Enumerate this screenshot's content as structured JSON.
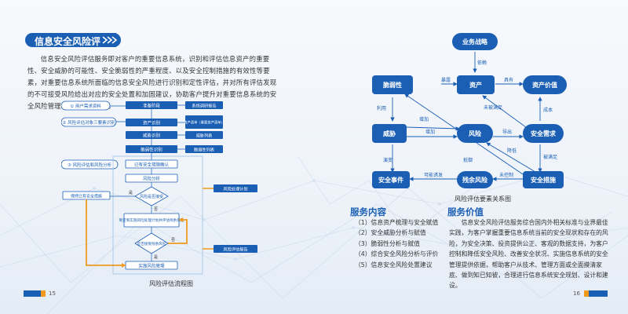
{
  "left_page": {
    "section_title": "信息安全风险评估",
    "paragraph": "信息安全风险评估服务即对客户的重要信息系统，识别和评估信息资产的重要性、安全威胁的可能性、安全脆弱性的严重程度、以及安全控制措施的有效性等要素，对重要信息系统所面临的信息安全风险进行识别和定性评估，并对所有评估发现的不可接受风险给出对应的安全处置和加固建议，协助客户提升对重要信息系统的安全风险管理和安全保障能力。",
    "flow_caption": "风险评估流程图",
    "page_number": "15",
    "flow": {
      "steps": [
        "准备阶段",
        "资产识别",
        "威胁识别",
        "脆弱性识别",
        "已有安全措施确认",
        "风险分析",
        "风险是否接受",
        "保持已有安全措施",
        "制定和实施风险处理计划并评估残余风险",
        "是否接受残余风险",
        "实施风险管理"
      ],
      "side_labels": [
        "系统调研报告",
        "资产清单（重要资产清单）",
        "威胁列表",
        "脆弱性列表",
        "风险处理计划",
        "风险评估报告"
      ],
      "phase_labels": [
        "① 用户需求资料",
        "② 风险评估对象三要素识别",
        "③ 风险评估和风险分析"
      ],
      "answers": [
        "是",
        "否",
        "是",
        "否"
      ]
    }
  },
  "right_page": {
    "diagram_caption": "风险评估要素关系图",
    "nodes": [
      "业务战略",
      "脆弱性",
      "资产",
      "资产价值",
      "威胁",
      "风险",
      "安全需求",
      "安全事件",
      "残余风险",
      "安全措施"
    ],
    "edge_labels": [
      "依赖",
      "暴露",
      "具有",
      "利用",
      "增加",
      "未被满足",
      "增加",
      "导出",
      "成本",
      "演变",
      "降低",
      "抵御",
      "被满足",
      "可能诱发",
      "未控制"
    ],
    "services_title": "服务内容",
    "services": [
      "（1）信息资产梳理与安全赋值",
      "（2）安全威胁分析与赋值",
      "（3）脆弱性分析与赋值",
      "（4）综合安全风险分析与评价",
      "（5）信息安全风险处置建议"
    ],
    "value_title": "服务价值",
    "value_text": "信息安全风险评估服务综合国内外相关标准与业界最佳实践，为客户掌握重要信息系统当前的安全现状和存在的风险，为安全决策、投资提供公正、客观的数据支持，为客户控制和降低安全风险、改善安全状况、实施信息系统的安全管理提供依据，帮助客户从技术、管理方面或全面摸清家底、做到知已知彼，合理进行信息系统安全规划、设计和建设。",
    "page_number": "16"
  },
  "colors": {
    "primary": "#1b5fb5",
    "accent": "#f29a1e"
  }
}
